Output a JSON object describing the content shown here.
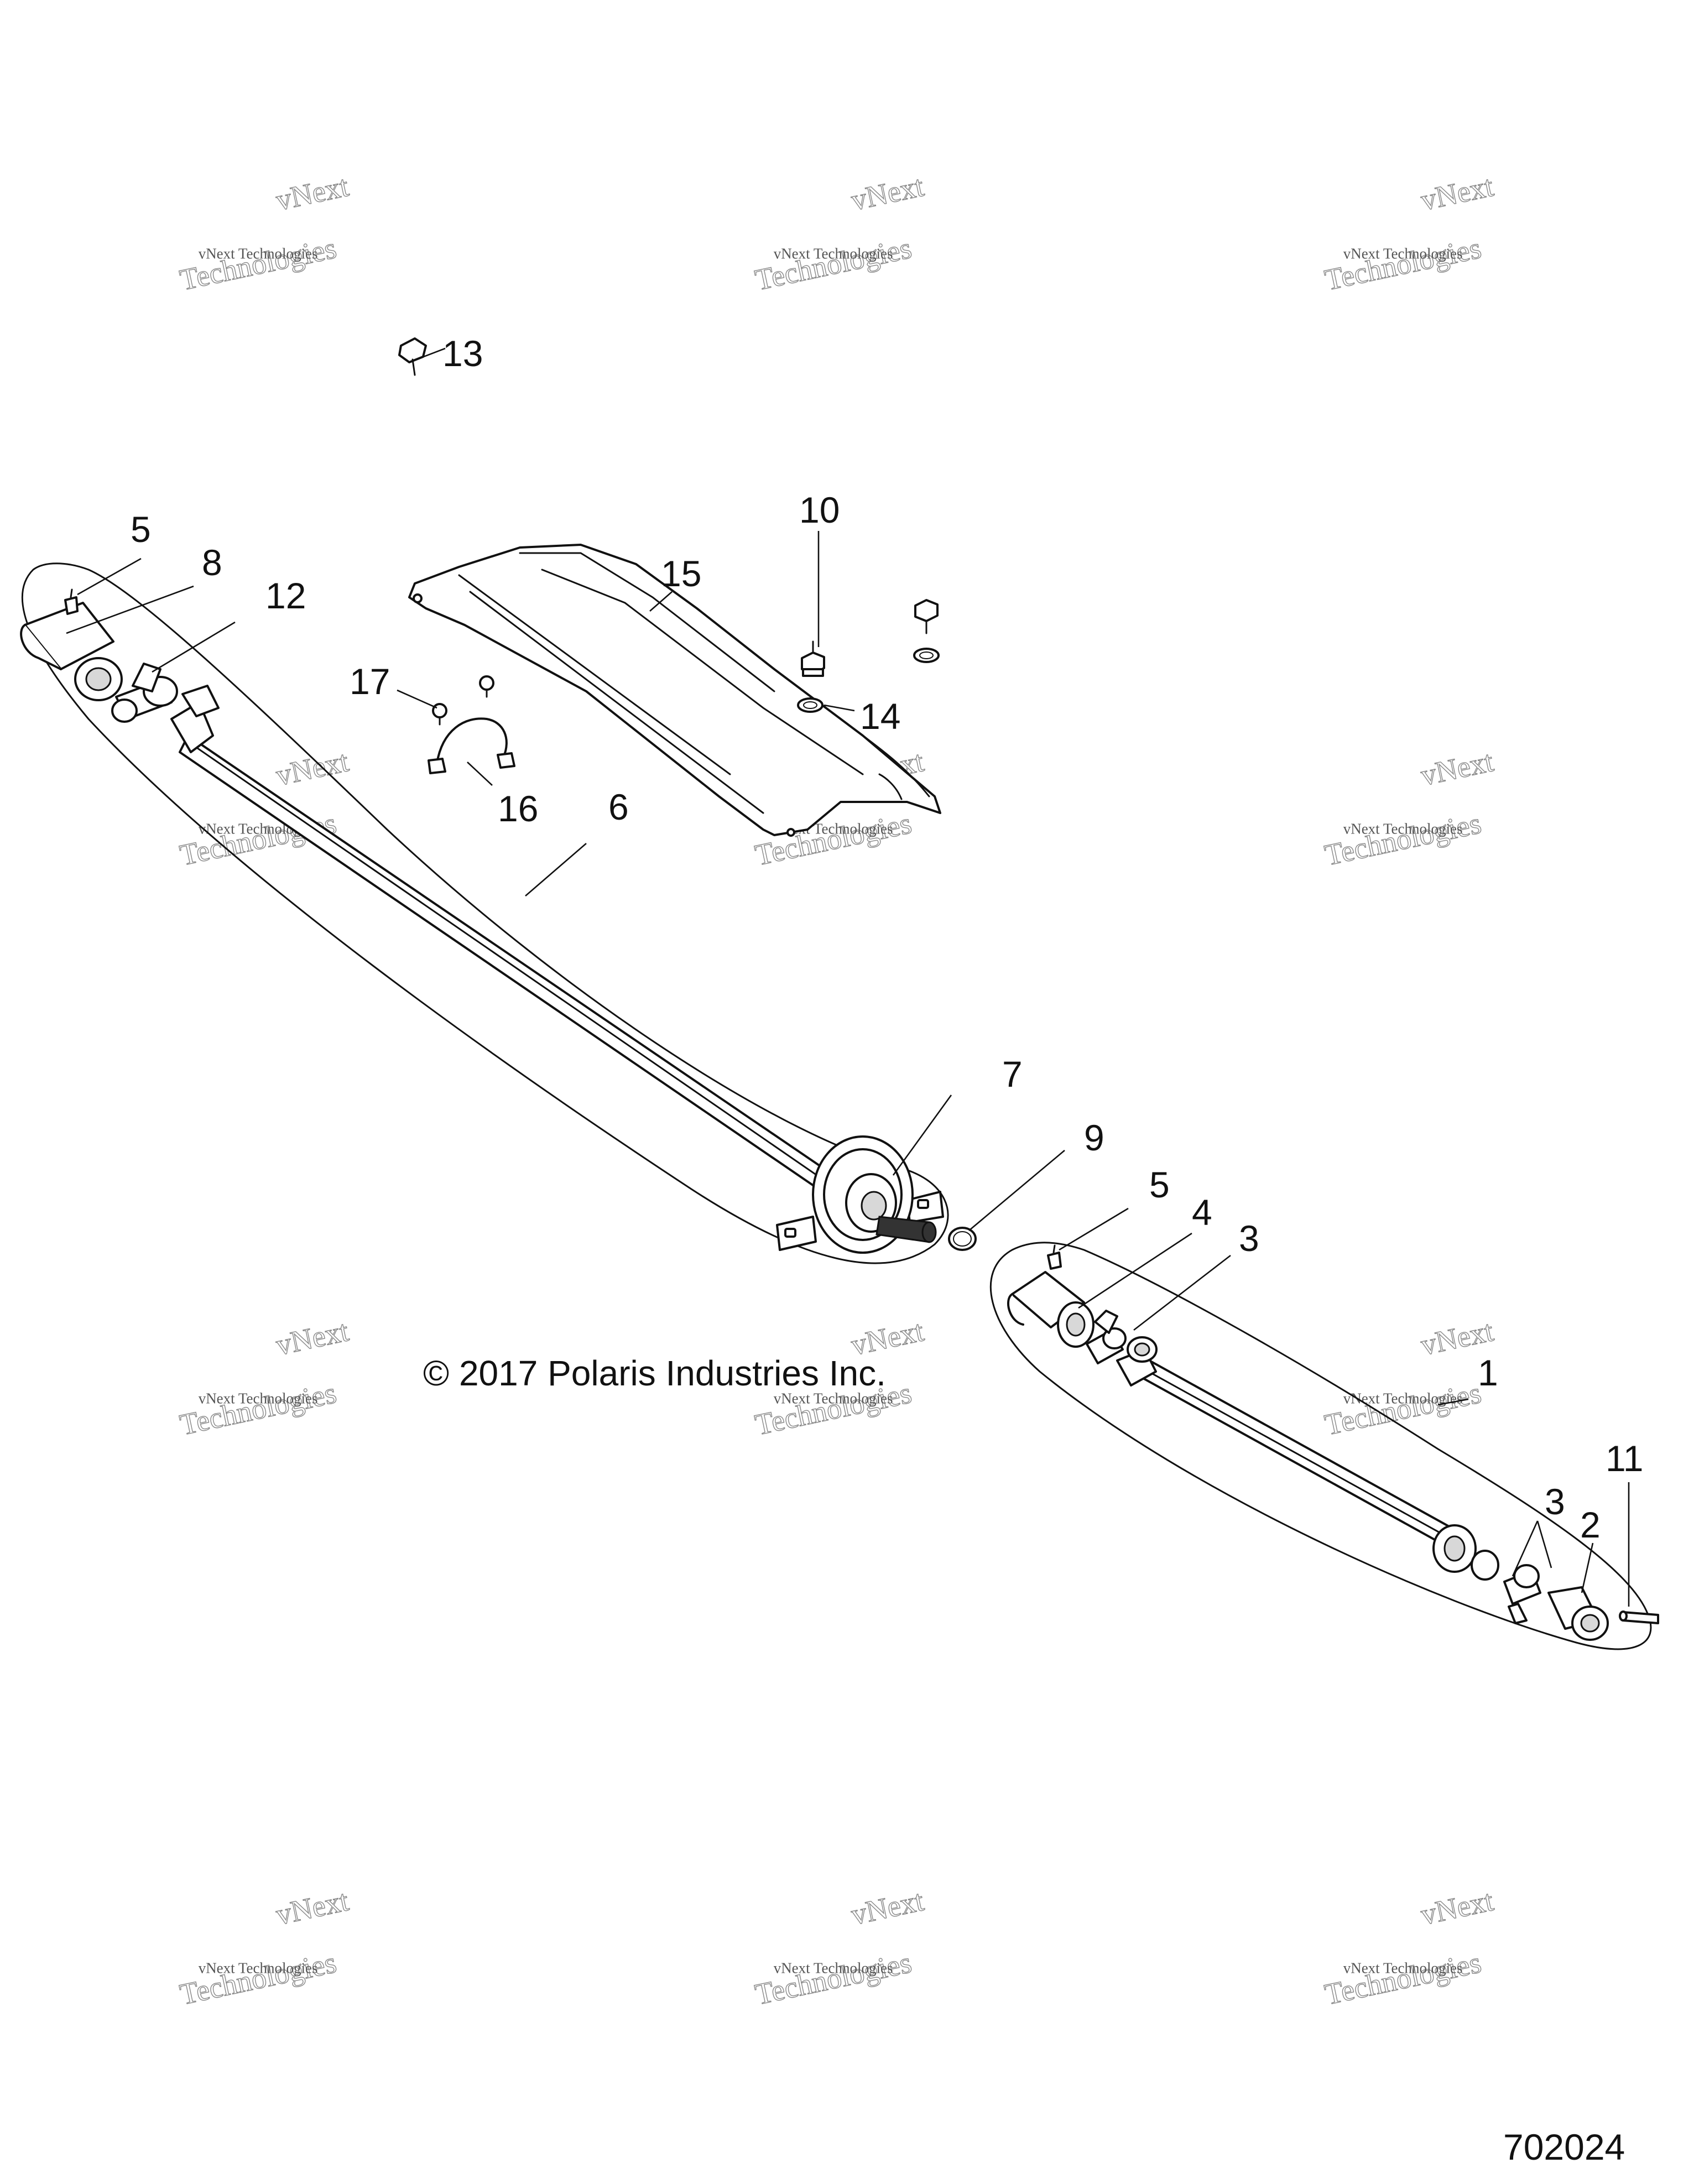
{
  "copyright": "© 2017 Polaris Industries Inc.",
  "figure_number": "702024",
  "watermark": {
    "line1": "vNext Technologies",
    "line2": "Technologies",
    "line3": "vNext"
  },
  "callouts": {
    "c1": "1",
    "c2": "2",
    "c3a": "3",
    "c3b": "3",
    "c4": "4",
    "c5a": "5",
    "c5b": "5",
    "c6": "6",
    "c7": "7",
    "c8": "8",
    "c9": "9",
    "c10": "10",
    "c11": "11",
    "c12": "12",
    "c13": "13",
    "c14": "14",
    "c15": "15",
    "c16": "16",
    "c17": "17"
  }
}
